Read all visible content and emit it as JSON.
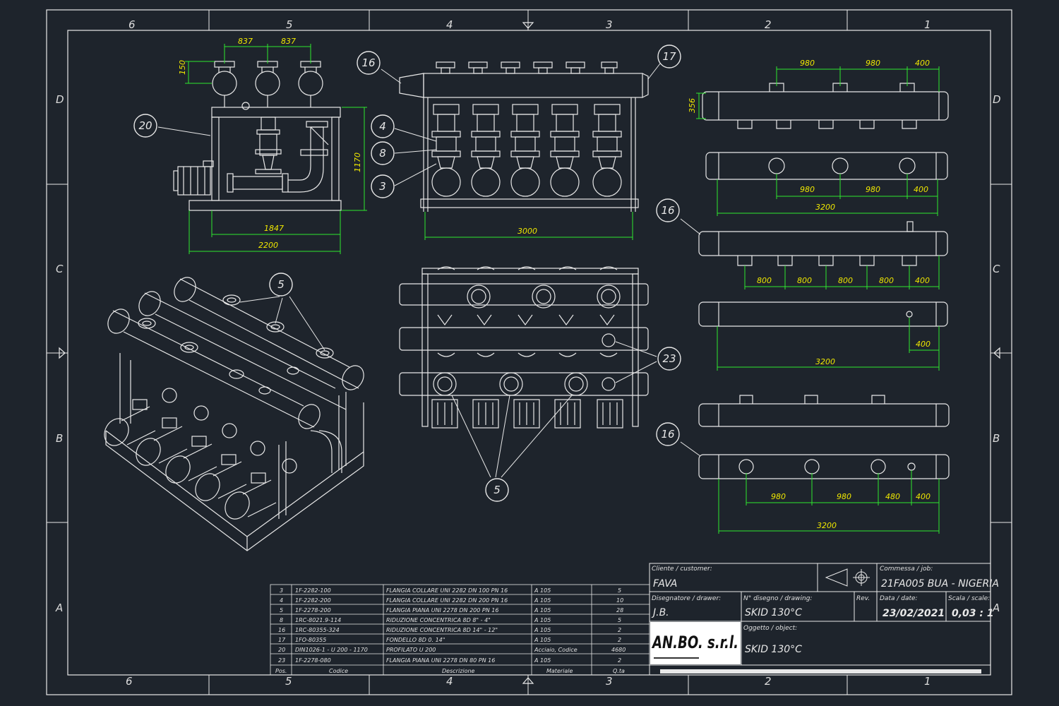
{
  "zones": {
    "top": [
      "6",
      "5",
      "4",
      "3",
      "2",
      "1"
    ],
    "bottom": [
      "6",
      "5",
      "4",
      "3",
      "2",
      "1"
    ],
    "left": [
      "D",
      "C",
      "B",
      "A"
    ],
    "right": [
      "D",
      "C",
      "B",
      "A"
    ]
  },
  "balloons": {
    "b16a": "16",
    "b17": "17",
    "b20": "20",
    "b4": "4",
    "b8": "8",
    "b3": "3",
    "b16b": "16",
    "b16c": "16",
    "b5a": "5",
    "b5b": "5",
    "b23": "23"
  },
  "dims": {
    "side": {
      "d837a": "837",
      "d837b": "837",
      "d150": "150",
      "d1170": "1170",
      "d1847": "1847",
      "d2200": "2200"
    },
    "front": {
      "d3000": "3000"
    },
    "m1": {
      "d980a": "980",
      "d980b": "980",
      "d400": "400",
      "d356": "356"
    },
    "m2": {
      "d980a": "980",
      "d980b": "980",
      "d400": "400",
      "d3200": "3200"
    },
    "m3": {
      "d800a": "800",
      "d800b": "800",
      "d800c": "800",
      "d800d": "800",
      "d400": "400"
    },
    "m4": {
      "d400": "400",
      "d3200": "3200"
    },
    "m5": {
      "d980a": "980",
      "d980b": "980",
      "d480": "480",
      "d400": "400",
      "d3200": "3200"
    }
  },
  "bom": {
    "rows": [
      {
        "pos": "3",
        "code": "1F-2282-100",
        "desc": "FLANGIA COLLARE UNI 2282 DN 100 PN 16",
        "mat": "A 105",
        "qty": "5"
      },
      {
        "pos": "4",
        "code": "1F-2282-200",
        "desc": "FLANGIA COLLARE UNI 2282 DN 200 PN 16",
        "mat": "A 105",
        "qty": "10"
      },
      {
        "pos": "5",
        "code": "1F-2278-200",
        "desc": "FLANGIA PIANA UNI 2278 DN 200 PN 16",
        "mat": "A 105",
        "qty": "28"
      },
      {
        "pos": "8",
        "code": "1RC-8021.9-114",
        "desc": "RIDUZIONE CONCENTRICA 8D 8\" - 4\"",
        "mat": "A 105",
        "qty": "5"
      },
      {
        "pos": "16",
        "code": "1RC-80355-324",
        "desc": "RIDUZIONE CONCENTRICA 8D 14\" - 12\"",
        "mat": "A 105",
        "qty": "2"
      },
      {
        "pos": "17",
        "code": "1FO-80355",
        "desc": "FONDELLO 8D 0. 14\"",
        "mat": "A 105",
        "qty": "2"
      },
      {
        "pos": "20",
        "code": "DIN1026-1 - U 200 - 1170",
        "desc": "PROFILATO U 200",
        "mat": "Acciaio, Codice",
        "qty": "4680"
      },
      {
        "pos": "23",
        "code": "1F-2278-080",
        "desc": "FLANGIA PIANA UNI 2278 DN 80 PN 16",
        "mat": "A 105",
        "qty": "2"
      }
    ],
    "header": {
      "pos": "Pos.",
      "code": "Codice",
      "desc": "Descrizione",
      "mat": "Materiale",
      "qty": "Q.ta"
    }
  },
  "title_block": {
    "cliente_label": "Cliente / customer:",
    "cliente": "FAVA",
    "commessa_label": "Commessa / job:",
    "commessa": "21FA005 BUA - NIGERIA",
    "disegnatore_label": "Disegnatore / drawer:",
    "disegnatore": "J.B.",
    "ndisegno_label": "N° disegno / drawing:",
    "ndisegno": "SKID 130°C",
    "rev_label": "Rev.",
    "data_label": "Data / date:",
    "data": "23/02/2021",
    "scala_label": "Scala / scale:",
    "scala": "0,03 : 1",
    "oggetto_label": "Oggetto / object:",
    "oggetto": "SKID 130°C",
    "logo": "AN.BO. s.r.l."
  },
  "colors": {
    "background": "#1e242c",
    "lines": "#e8e8e8",
    "dimension_lines": "#2ee82e",
    "dimension_text": "#f0e800"
  }
}
